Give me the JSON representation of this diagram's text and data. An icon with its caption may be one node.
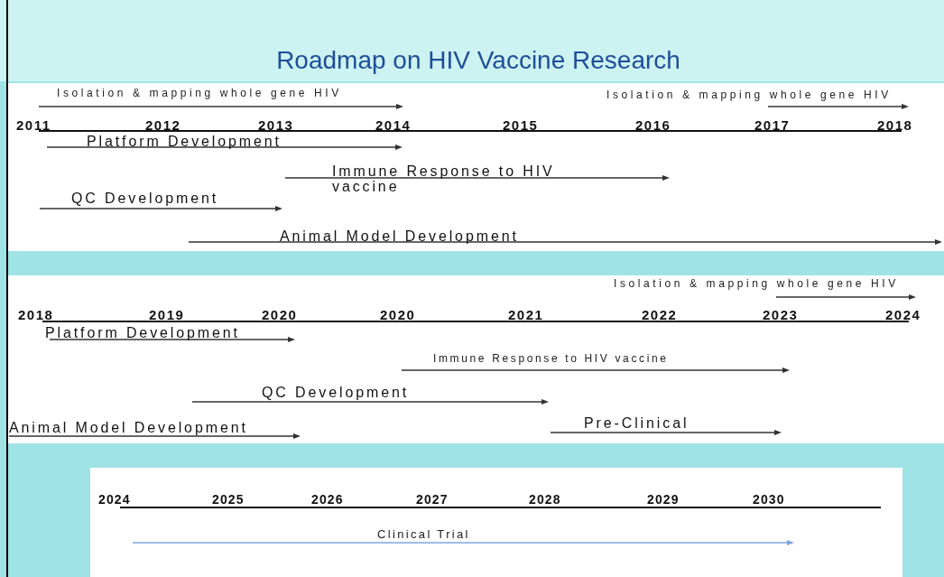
{
  "diagram": {
    "title": "Roadmap on HIV Vaccine Research",
    "labels": [
      "Isolation & mapping whole gene HIV",
      "Isolation & mapping whole gene HIV",
      "2011",
      "2012",
      "2013",
      "2014",
      "2015",
      "2016",
      "2017",
      "2018",
      "Platform Development",
      "Immune Response to HIV vaccine",
      "QC Development",
      "Animal Model Development",
      "Isolation & mapping whole gene HIV",
      "2018",
      "2019",
      "2020",
      "2020",
      "2021",
      "2022",
      "2023",
      "2024",
      "Platform Development",
      "Immune Response to HIV vaccine",
      "QC Development",
      "Animal Model Development",
      "Pre-Clinical",
      "2024",
      "2025",
      "2026",
      "2027",
      "2028",
      "2029",
      "2030",
      "Clinical Trial"
    ]
  }
}
